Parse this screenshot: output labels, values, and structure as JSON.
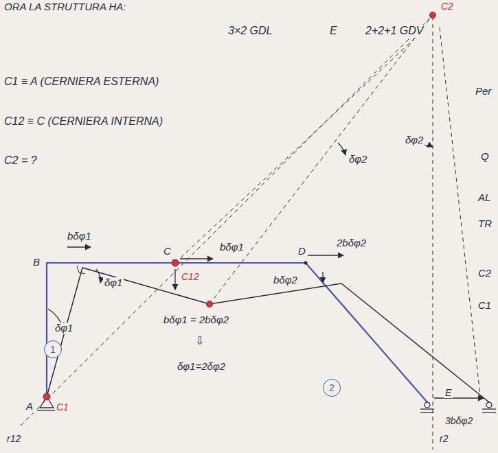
{
  "diagram": {
    "nodes": [
      {
        "text": [
          "1"
        ]
      },
      {
        "text": [
          "2"
        ]
      }
    ],
    "labels": [
      "ORA LA STRUTTURA HA:",
      "3×2 GDL",
      "E",
      "2+2+1 GDV",
      "C2",
      "C1 ≡ A (CERNIERA ESTERNA)",
      "C12 ≡ C (CERNIERA INTERNA)",
      "C2 = ?",
      "Per",
      "Q",
      "AL",
      "TR",
      "C2",
      "C1",
      "bδφ1",
      "B",
      "δφ1",
      "A",
      "C1",
      "δφ1",
      "C",
      "C12",
      "bδφ1",
      "bδφ1 = 2bδφ2",
      "⇩",
      "δφ1=2δφ2",
      "D",
      "2bδφ2",
      "bδφ2",
      "E",
      "3bδφ2",
      "r12",
      "r2",
      "δφ2",
      "δφ2"
    ]
  }
}
